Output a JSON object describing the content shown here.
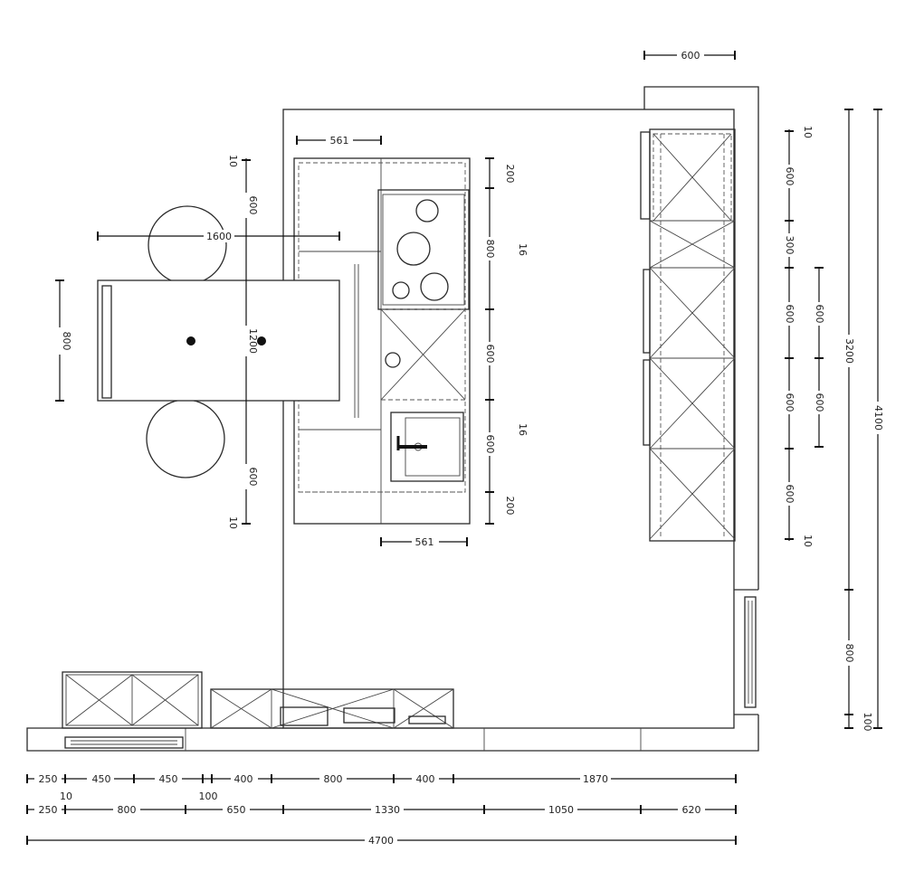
{
  "dimensions": {
    "top_tall_unit_width": "600",
    "island_top_width": "561",
    "island_bottom_width": "561",
    "table_length": "1600",
    "table_width": "800",
    "table_total": "1200",
    "table_chairs_top": "600",
    "table_chairs_bottom": "600",
    "table_margin_top": "10",
    "table_margin_bottom": "10",
    "island_right_1": "200",
    "island_right_2": "800",
    "island_right_3": "600",
    "island_right_4": "600",
    "island_right_5": "200",
    "island_gap_1": "16",
    "island_gap_2": "16",
    "wall_unit_1": "10",
    "wall_unit_2": "600",
    "wall_unit_3": "300",
    "wall_unit_4": "600",
    "wall_unit_5": "600",
    "wall_unit_6": "600",
    "wall_unit_7": "10",
    "wall_side_1": "600",
    "wall_side_2": "600",
    "room_depth_inner": "3200",
    "room_depth_total": "4100",
    "window_width": "800",
    "wall_thickness": "100",
    "row1": [
      "250",
      "450",
      "450",
      "400",
      "800",
      "400",
      "1870"
    ],
    "row1_small_a": "10",
    "row1_small_b": "100",
    "row2": [
      "250",
      "800",
      "650",
      "1330",
      "1050",
      "620"
    ],
    "total_width": "4700"
  }
}
